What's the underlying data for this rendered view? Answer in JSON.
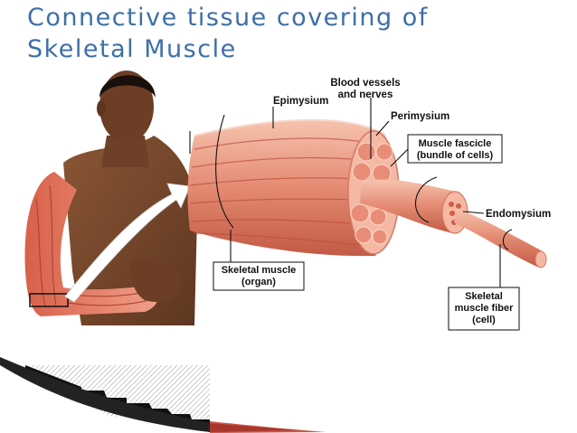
{
  "title": {
    "line1": "Connective tissue covering of",
    "line2": "Skeletal Muscle"
  },
  "labels": {
    "blood_vessels_line1": "Blood vessels",
    "blood_vessels_line2": "and nerves",
    "epimysium": "Epimysium",
    "perimysium": "Perimysium",
    "muscle_fascicle_line1": "Muscle fascicle",
    "muscle_fascicle_line2": "(bundle of cells)",
    "endomysium": "Endomysium",
    "skeletal_muscle_line1": "Skeletal muscle",
    "skeletal_muscle_line2": "(organ)",
    "muscle_fiber_line1": "Skeletal",
    "muscle_fiber_line2": "muscle fiber",
    "muscle_fiber_line3": "(cell)"
  },
  "colors": {
    "title": "#3d6fa8",
    "muscle_dark": "#c9543f",
    "muscle_light": "#f3b49f",
    "skin": "#7a4a2e"
  }
}
